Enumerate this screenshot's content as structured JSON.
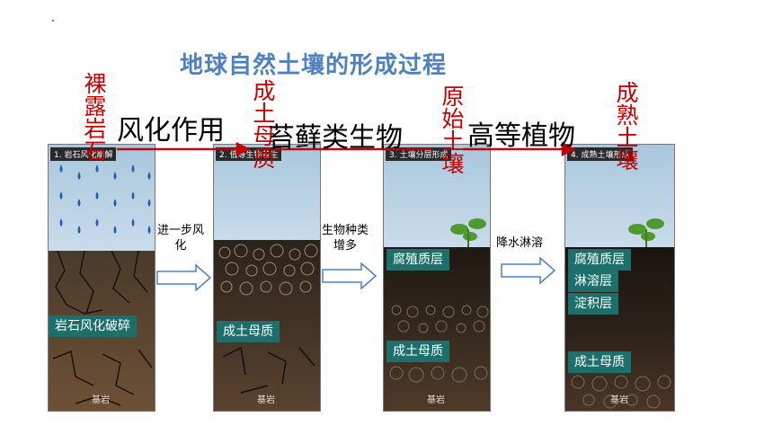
{
  "title": "地球自然土壤的形成过程",
  "stages": {
    "bare_rock": "裸露岩石",
    "parent_material": "成土母质",
    "primitive_soil": "原始土壤",
    "mature_soil": "成熟土壤"
  },
  "processes": {
    "weathering": "风化作用",
    "moss": "苔藓类生物",
    "higher_plants": "高等植物"
  },
  "panels": [
    {
      "label": "1. 岩石风化崩解",
      "layers": [
        "岩石风化破碎"
      ],
      "bedrock": "基岩"
    },
    {
      "label": "2. 低等生物着生",
      "layers": [
        "成土母质"
      ],
      "bedrock": "基岩"
    },
    {
      "label": "3. 土壤分层形成",
      "layers": [
        "腐殖质层",
        "成土母质"
      ],
      "bedrock": "基岩"
    },
    {
      "label": "4. 成熟土壤形成",
      "layers": [
        "腐殖质层",
        "淋溶层",
        "淀积层",
        "成土母质"
      ],
      "bedrock": "基岩"
    }
  ],
  "transitions": [
    {
      "text": "进一步风\n化"
    },
    {
      "text": "生物种类\n增多"
    },
    {
      "text": "降水淋溶"
    }
  ],
  "colors": {
    "title": "#4f81bd",
    "stage_text": "#c00000",
    "badge": "#1d6f6b",
    "sky": "#b6cfe2",
    "soil_top": "#3a2e22",
    "soil_bottom": "#6b4e32"
  }
}
